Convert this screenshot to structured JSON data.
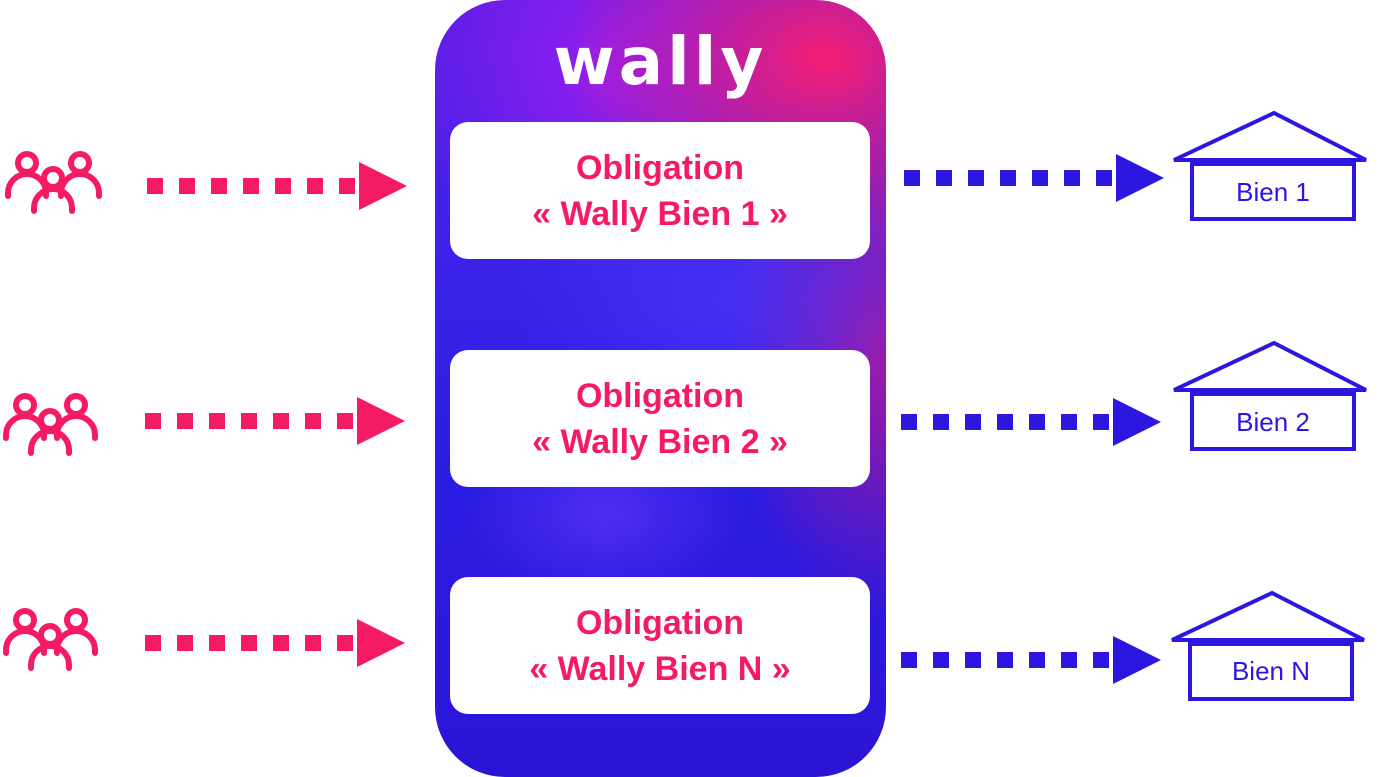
{
  "brand": {
    "logo_text": "wally"
  },
  "rows": [
    {
      "obligation_line1": "Obligation",
      "obligation_line2": "« Wally Bien 1 »",
      "property_label": "Bien 1"
    },
    {
      "obligation_line1": "Obligation",
      "obligation_line2": "« Wally Bien 2 »",
      "property_label": "Bien 2"
    },
    {
      "obligation_line1": "Obligation",
      "obligation_line2": "« Wally Bien N »",
      "property_label": "Bien N"
    }
  ],
  "icons": {
    "investors": "people-group-icon",
    "property": "house-icon",
    "arrow": "dotted-arrow-icon"
  },
  "colors": {
    "investor_pink": "#f51b62",
    "property_blue": "#2b17e0",
    "card_bg": "#ffffff"
  }
}
